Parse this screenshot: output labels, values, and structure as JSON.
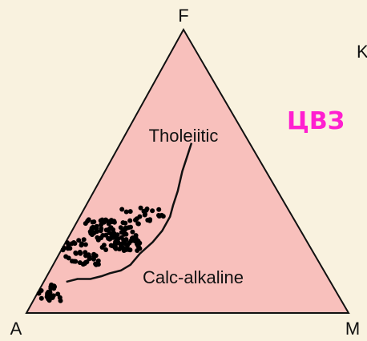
{
  "chart_data": {
    "type": "scatter",
    "subtype": "ternary",
    "vertices": {
      "top": "F",
      "left": "A",
      "right": "M"
    },
    "field_labels": {
      "upper": "Tholeiitic",
      "lower": "Calc-alkaline"
    },
    "stamp": "ЦВЗ",
    "edge_fragment": "K",
    "colors": {
      "triangle_fill": "#f8c0bc",
      "triangle_stroke": "#111111",
      "points": "#000000",
      "stamp": "#ff1fd0",
      "background": "#f9f2df"
    },
    "boundary_curve": [
      [
        0.82,
        0.11,
        0.07
      ],
      [
        0.78,
        0.12,
        0.1
      ],
      [
        0.74,
        0.12,
        0.14
      ],
      [
        0.7,
        0.13,
        0.17
      ],
      [
        0.67,
        0.14,
        0.19
      ],
      [
        0.63,
        0.15,
        0.22
      ],
      [
        0.59,
        0.17,
        0.24
      ],
      [
        0.54,
        0.21,
        0.25
      ],
      [
        0.48,
        0.25,
        0.27
      ],
      [
        0.43,
        0.29,
        0.28
      ],
      [
        0.38,
        0.34,
        0.28
      ],
      [
        0.35,
        0.38,
        0.27
      ],
      [
        0.31,
        0.43,
        0.26
      ],
      [
        0.26,
        0.5,
        0.24
      ],
      [
        0.22,
        0.55,
        0.23
      ],
      [
        0.18,
        0.6,
        0.22
      ]
    ],
    "clusters": [
      {
        "name": "low",
        "A": [
          0.86,
          0.93
        ],
        "F": [
          0.04,
          0.1
        ],
        "count": 26
      },
      {
        "name": "mid",
        "A": [
          0.68,
          0.78
        ],
        "F": [
          0.17,
          0.26
        ],
        "count": 42
      },
      {
        "name": "main",
        "A": [
          0.52,
          0.66
        ],
        "F": [
          0.22,
          0.33
        ],
        "count": 120
      },
      {
        "name": "upper",
        "A": [
          0.4,
          0.52
        ],
        "F": [
          0.31,
          0.38
        ],
        "count": 24
      }
    ]
  }
}
